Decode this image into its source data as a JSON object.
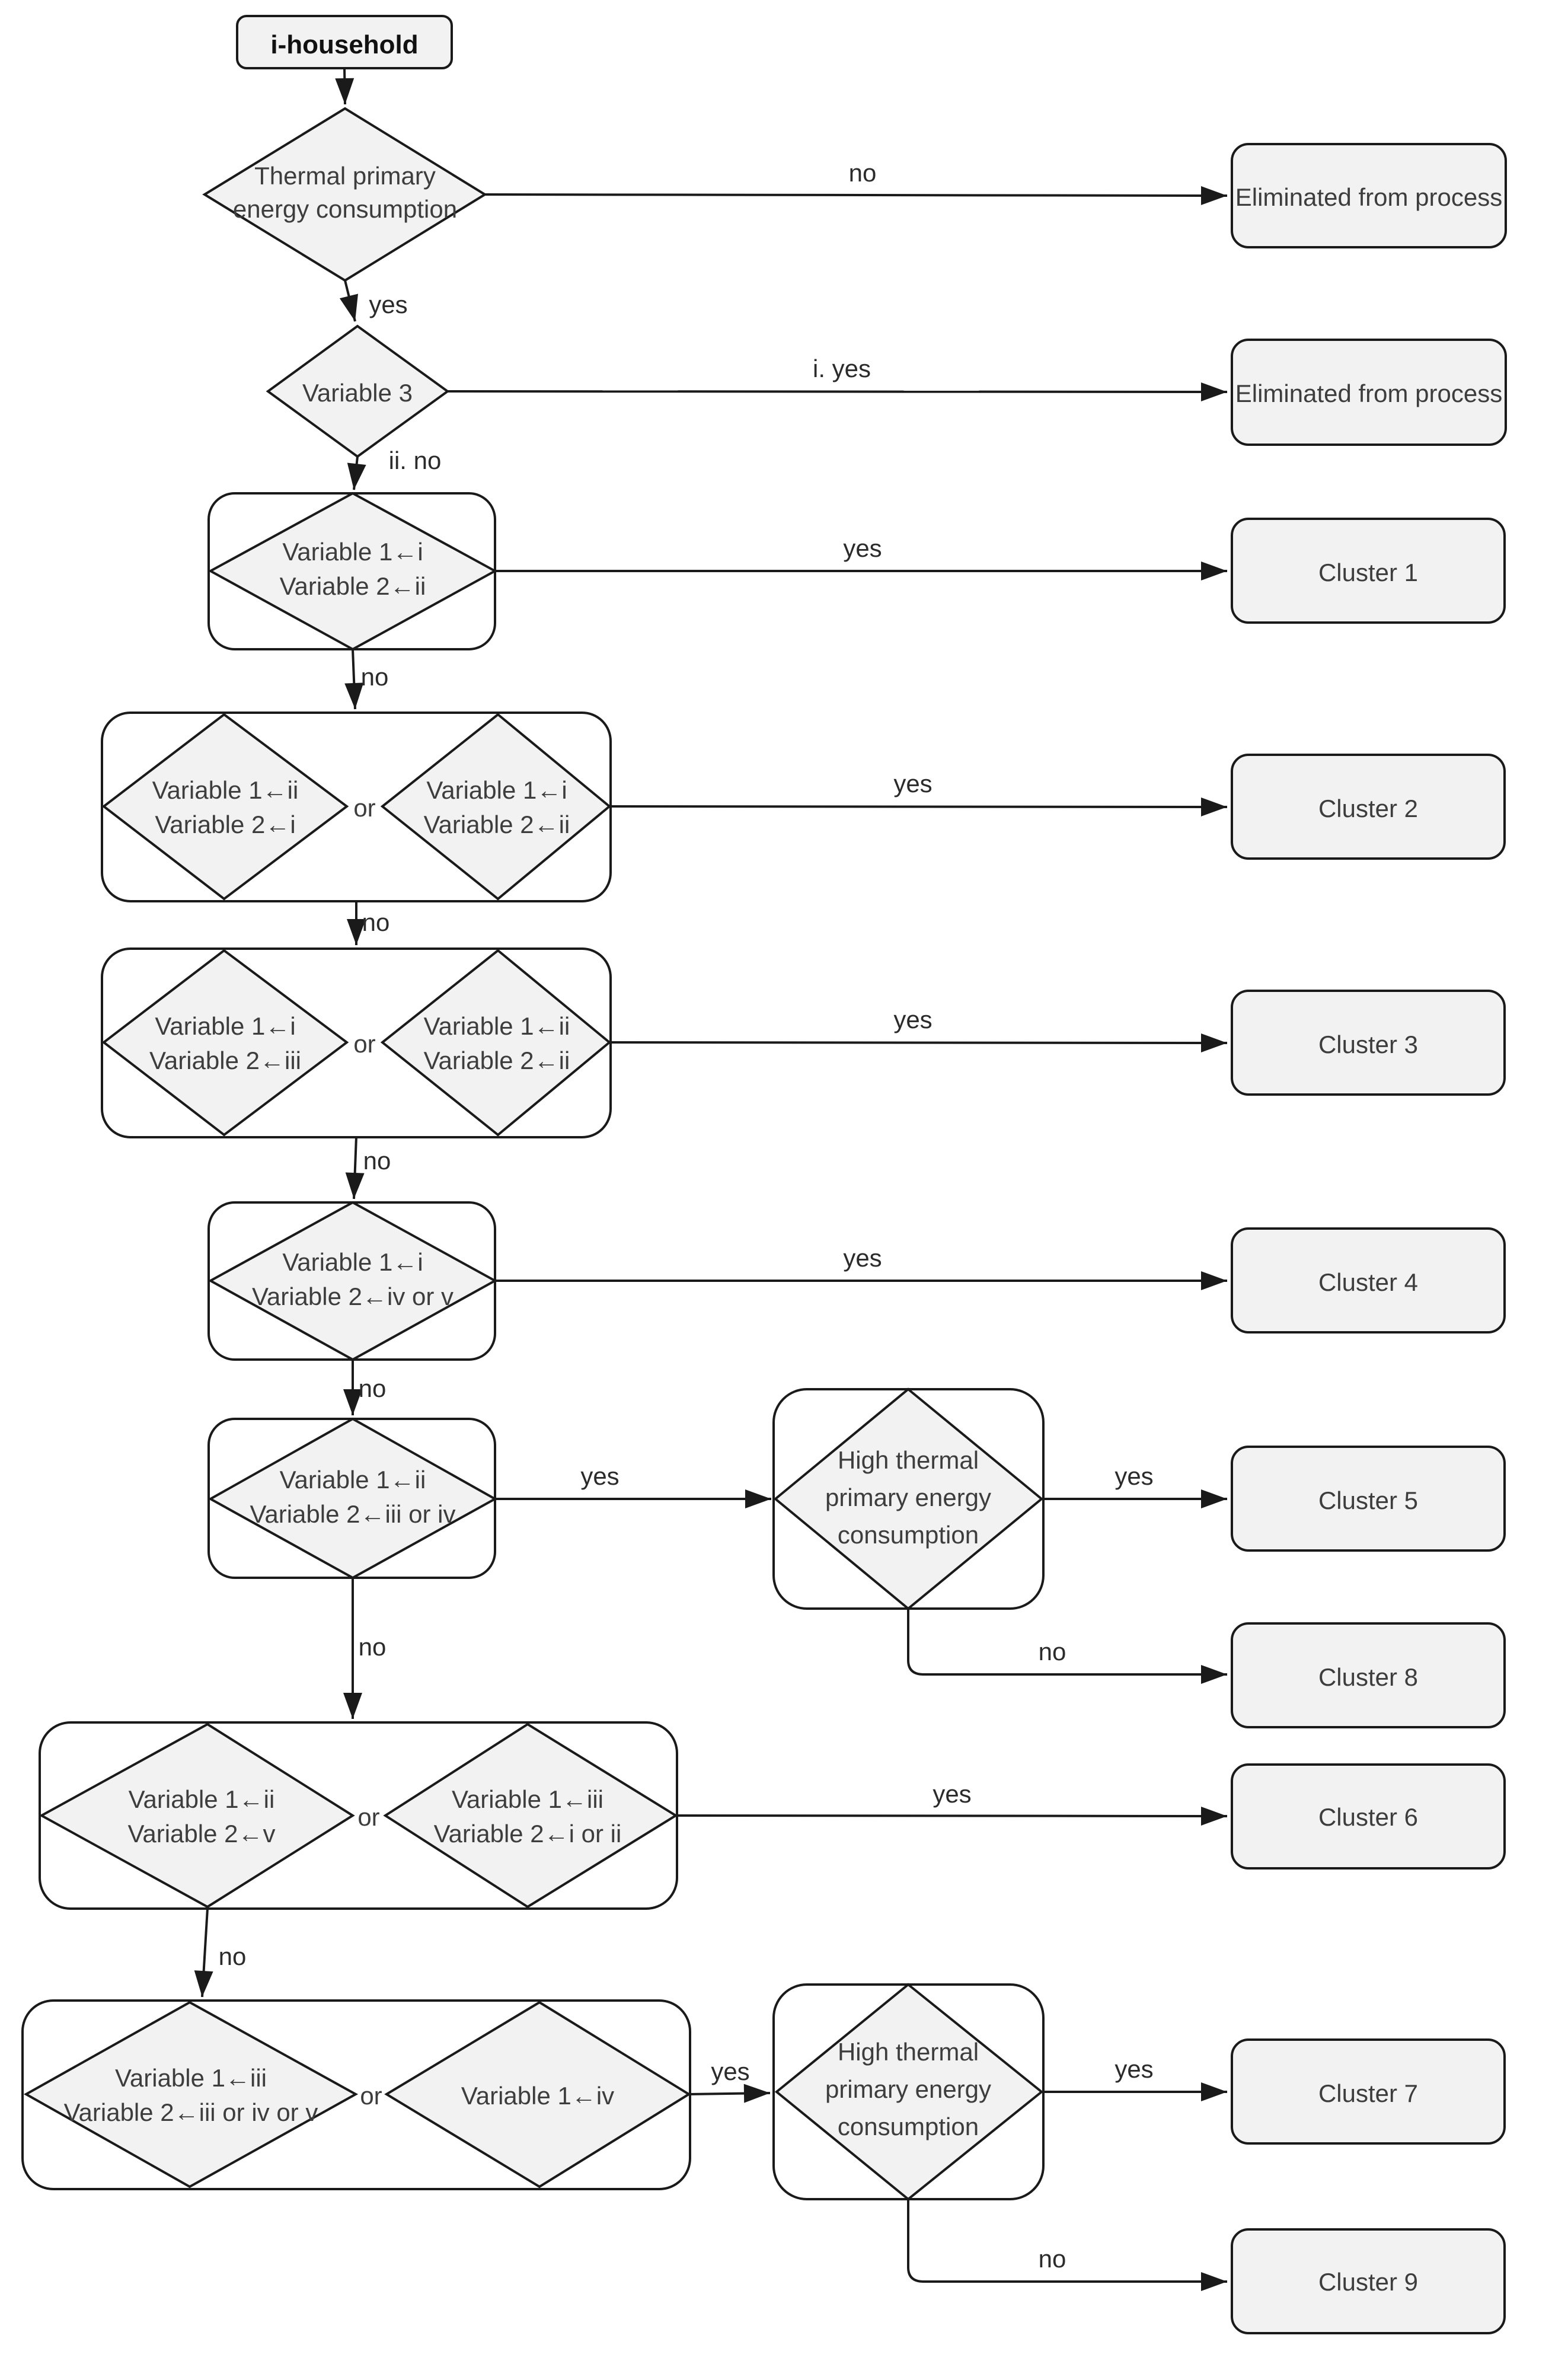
{
  "colors": {
    "background": "#ffffff",
    "shape_fill": "#f2f2f2",
    "shape_border": "#1a1a1a",
    "text": "#3d3d3d",
    "edge": "#1a1a1a"
  },
  "labels": {
    "yes": "yes",
    "no": "no",
    "or": "or",
    "first_yes": "i. yes",
    "second_no": "ii. no"
  },
  "start": {
    "label": "i-household"
  },
  "decisions": {
    "thermal": {
      "l1": "Thermal primary",
      "l2": "energy consumption"
    },
    "variable3": {
      "label": "Variable 3"
    },
    "t1": {
      "l1": "Variable 1←i",
      "l2": "Variable 2←ii"
    },
    "t2_left": {
      "l1": "Variable 1←ii",
      "l2": "Variable 2←i"
    },
    "t2_right": {
      "l1": "Variable 1←i",
      "l2": "Variable 2←ii"
    },
    "t3_left": {
      "l1": "Variable 1←i",
      "l2": "Variable 2←iii"
    },
    "t3_right": {
      "l1": "Variable 1←ii",
      "l2": "Variable 2←ii"
    },
    "t4": {
      "l1": "Variable 1←i",
      "l2": "Variable 2←iv or v"
    },
    "t5": {
      "l1": "Variable 1←ii",
      "l2": "Variable 2←iii or iv"
    },
    "high_thermal_1": {
      "l1": "High thermal",
      "l2": "primary energy",
      "l3": "consumption"
    },
    "t6_left": {
      "l1": "Variable 1←ii",
      "l2": "Variable 2←v"
    },
    "t6_right": {
      "l1": "Variable 1←iii",
      "l2": "Variable 2←i or ii"
    },
    "t7_left": {
      "l1": "Variable 1←iii",
      "l2": "Variable 2←iii or iv or v"
    },
    "t7_right": {
      "label": "Variable 1←iv"
    },
    "high_thermal_2": {
      "l1": "High thermal",
      "l2": "primary energy",
      "l3": "consumption"
    }
  },
  "outcomes": {
    "eliminated_1": {
      "label": "Eliminated from process"
    },
    "eliminated_2": {
      "label": "Eliminated from process"
    },
    "cluster_1": {
      "label": "Cluster 1"
    },
    "cluster_2": {
      "label": "Cluster 2"
    },
    "cluster_3": {
      "label": "Cluster 3"
    },
    "cluster_4": {
      "label": "Cluster 4"
    },
    "cluster_5": {
      "label": "Cluster 5"
    },
    "cluster_6": {
      "label": "Cluster 6"
    },
    "cluster_7": {
      "label": "Cluster 7"
    },
    "cluster_8": {
      "label": "Cluster 8"
    },
    "cluster_9": {
      "label": "Cluster 9"
    }
  }
}
